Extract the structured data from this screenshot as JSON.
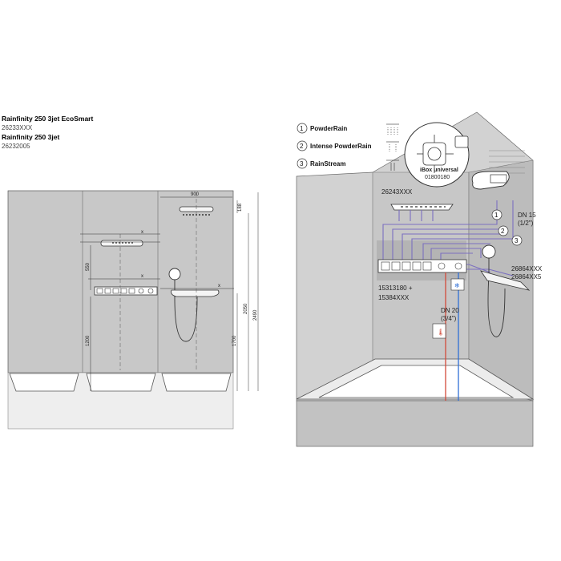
{
  "header": {
    "model1_name": "Rainfinity 250 3jet EcoSmart",
    "model1_code": "26233XXX",
    "model2_name": "Rainfinity 250 3jet",
    "model2_code": "26232005"
  },
  "elevation": {
    "dim_width_top": "900",
    "dim_head_drop": "188",
    "dim_total_height": "2490",
    "dim_head_height": "2050",
    "dim_shelf_height": "1700",
    "dim_control_height": "1200",
    "dim_shelf_gap": "550",
    "dim_x1": "x",
    "dim_x2": "x",
    "dim_x3": "x"
  },
  "install": {
    "legend": [
      {
        "num": "1",
        "label": "PowderRain"
      },
      {
        "num": "2",
        "label": "Intense PowderRain"
      },
      {
        "num": "3",
        "label": "RainStream"
      }
    ],
    "ibox_label": "iBox universal",
    "ibox_code": "01800180",
    "overhead_code": "26243XXX",
    "control_code_1": "15313180 +",
    "control_code_2": "15384XXX",
    "shelf_code_1": "26864XXX",
    "shelf_code_2": "26864XX5",
    "pipe_small_1": "DN 15",
    "pipe_small_2": "(1/2\")",
    "pipe_large_1": "DN 20",
    "pipe_large_2": "(3/4\")",
    "marker_1": "1",
    "marker_2": "2",
    "marker_3": "3"
  },
  "colors": {
    "pipe_purple": "#7b6fc0",
    "pipe_red": "#d24a3a",
    "pipe_blue": "#2f6fd6",
    "wall_grey": "#c8c8c8",
    "floor_grey": "#b8b8b8"
  }
}
